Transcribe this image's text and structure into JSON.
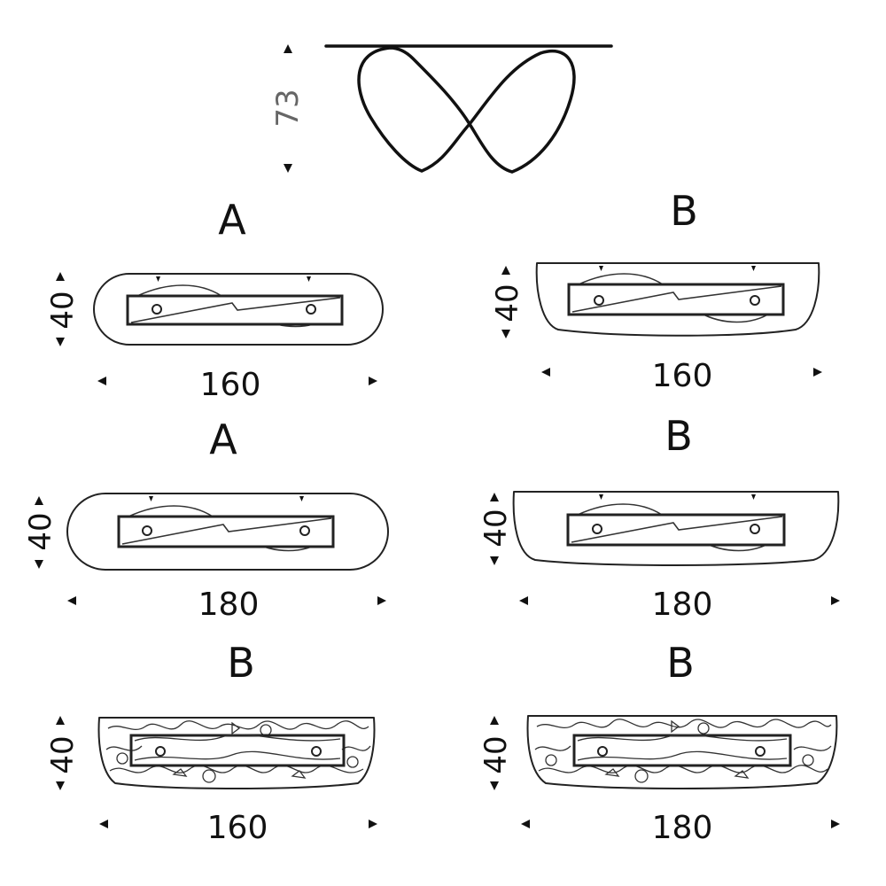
{
  "elevation": {
    "height_label": "73"
  },
  "variants": [
    {
      "id": "top-left-1",
      "letter": "A",
      "depth": "40",
      "width": "160",
      "shape": "rounded",
      "pattern": false
    },
    {
      "id": "top-right-1",
      "letter": "B",
      "depth": "40",
      "width": "160",
      "shape": "tapered",
      "pattern": false
    },
    {
      "id": "mid-left-2",
      "letter": "A",
      "depth": "40",
      "width": "180",
      "shape": "rounded",
      "pattern": false
    },
    {
      "id": "mid-right-2",
      "letter": "B",
      "depth": "40",
      "width": "180",
      "shape": "tapered",
      "pattern": false
    },
    {
      "id": "bottom-left-3",
      "letter": "B",
      "depth": "40",
      "width": "160",
      "shape": "tapered",
      "pattern": true
    },
    {
      "id": "bottom-right-3",
      "letter": "B",
      "depth": "40",
      "width": "180",
      "shape": "tapered",
      "pattern": true
    }
  ],
  "colors": {
    "line": "#222222",
    "height_label": "#666666"
  }
}
